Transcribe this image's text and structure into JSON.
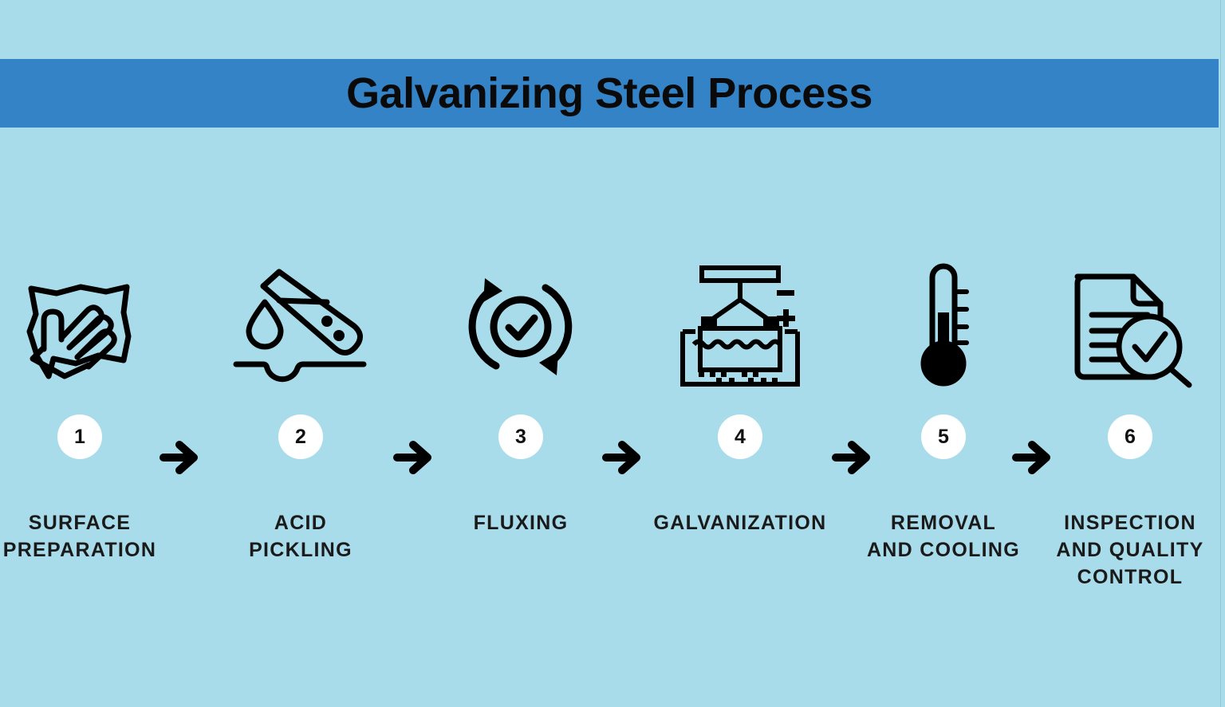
{
  "header": {
    "title": "Galvanizing Steel Process",
    "banner_color": "#3483c6",
    "title_color": "#0a0a0a"
  },
  "theme": {
    "background_color": "#a8dcea",
    "stroke_color": "#000000",
    "number_badge_background": "#ffffff",
    "number_badge_text_color": "#111111",
    "label_color": "#1a1a1a"
  },
  "diagram": {
    "type": "horizontal-process-flow",
    "step_count": 6,
    "connector": "arrow-right-icon",
    "connector_count": 5,
    "steps": [
      {
        "number": "1",
        "label": "SURFACE PREPARATION",
        "label_lines": [
          "SURFACE",
          "PREPARATION"
        ],
        "icon": "hand-wiping-cloth-icon"
      },
      {
        "number": "2",
        "label": "ACID PICKLING",
        "label_lines": [
          "ACID",
          "PICKLING"
        ],
        "icon": "test-tube-acid-drop-icon"
      },
      {
        "number": "3",
        "label": "FLUXING",
        "label_lines": [
          "FLUXING"
        ],
        "icon": "cycle-arrows-check-icon"
      },
      {
        "number": "4",
        "label": "GALVANIZATION",
        "label_lines": [
          "GALVANIZATION"
        ],
        "icon": "galvanizing-bath-hoist-icon"
      },
      {
        "number": "5",
        "label": "REMOVAL AND COOLING",
        "label_lines": [
          "REMOVAL",
          "AND COOLING"
        ],
        "icon": "thermometer-icon"
      },
      {
        "number": "6",
        "label": "INSPECTION AND QUALITY CONTROL",
        "label_lines": [
          "INSPECTION",
          "AND QUALITY",
          "CONTROL"
        ],
        "icon": "document-magnifier-check-icon"
      }
    ]
  }
}
